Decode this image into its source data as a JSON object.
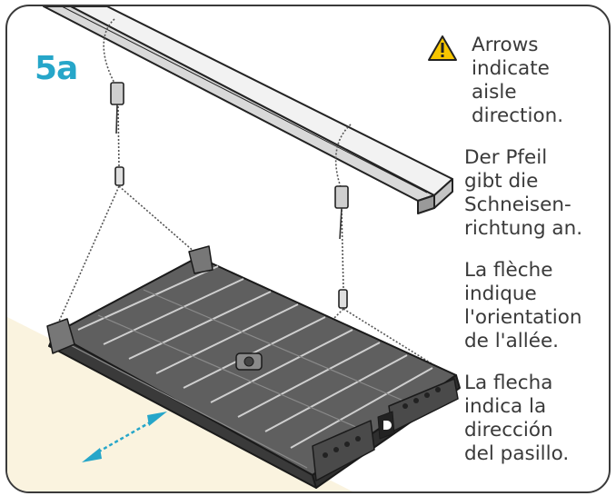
{
  "step_label": "5a",
  "warning_icon": "warning-triangle-icon",
  "notes": [
    {
      "lang": "en",
      "text": "Arrows\nindicate\naisle\ndirection."
    },
    {
      "lang": "de",
      "text": "Der Pfeil\ngibt die\nSchneisen-\nrichtung an."
    },
    {
      "lang": "fr",
      "text": "La flèche\nindique\nl'orientation\nde l'allée."
    },
    {
      "lang": "es",
      "text": "La flecha\nindica la\ndirección\ndel pasillo."
    }
  ],
  "colors": {
    "step_label": "#26A6C9",
    "aisle_floor": "#FAF3DF",
    "arrow": "#26A6C9",
    "warning_fill": "#F7C600",
    "frame": "#3A3A3A"
  }
}
